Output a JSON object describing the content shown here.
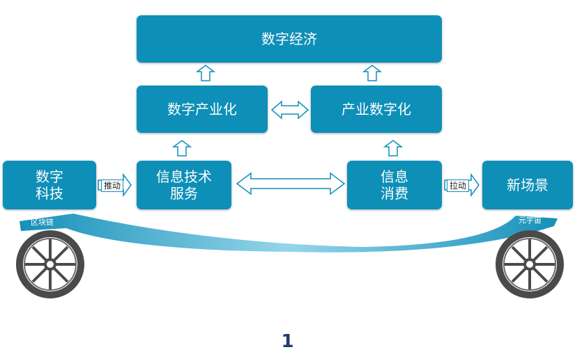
{
  "diagram": {
    "top": "数字经济",
    "mid_left": "数字产业化",
    "mid_right": "产业数字化",
    "bottom": {
      "tech": "数字\n科技",
      "info_services": "信息技术\n服务",
      "info_consumption": "信息\n消费",
      "new_scenes": "新场景"
    },
    "push_label": "推动",
    "pull_label": "拉动",
    "left_wheel_label": "区块链",
    "right_wheel_label": "元宇宙"
  },
  "page_number": "1",
  "colors": {
    "box_fill": "#0e8fb7",
    "wheel": "#4a4a4a",
    "page_number": "#1f3c73"
  }
}
